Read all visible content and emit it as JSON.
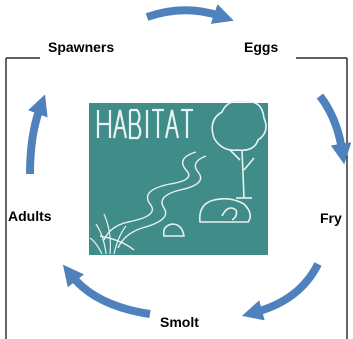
{
  "diagram": {
    "stages": {
      "spawners": "Spawners",
      "eggs": "Eggs",
      "fry": "Fry",
      "smolt": "Smolt",
      "adults": "Adults"
    },
    "center_image": {
      "title": "HABITAT"
    }
  },
  "colors": {
    "arrow": "#4F81BD",
    "habitat_background": "#3F8C89",
    "habitat_lines": "#E8F2F1",
    "frame": "#000000"
  }
}
